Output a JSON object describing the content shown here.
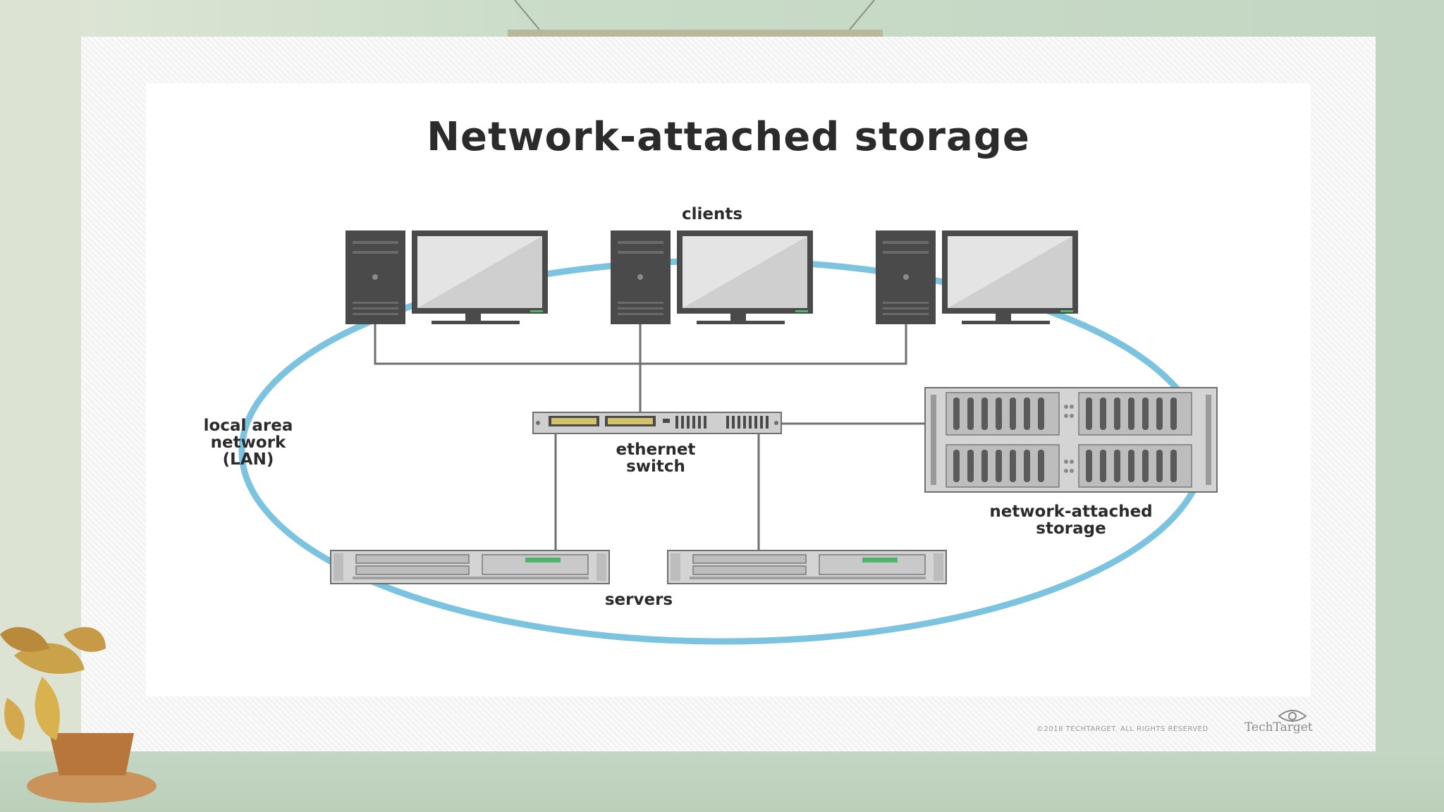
{
  "diagram": {
    "title": "Network-attached storage",
    "labels": {
      "clients": "clients",
      "lan": [
        "local area",
        "network",
        "(LAN)"
      ],
      "switch": [
        "ethernet",
        "switch"
      ],
      "nas": [
        "network-attached",
        "storage"
      ],
      "servers": "servers"
    },
    "footer": {
      "copyright": "©2018 TECHTARGET. ALL RIGHTS RESERVED",
      "brand": "TechTarget"
    }
  },
  "colors": {
    "lan_ring": "#7cc3df",
    "device_dark": "#4a4a4a",
    "monitor_screen": "#d8d8d8",
    "rack_gray": "#bdbdbd",
    "cable": "#6f6f6f",
    "switch_port": "#d2c36a",
    "nas_led": "#4fb36b"
  }
}
